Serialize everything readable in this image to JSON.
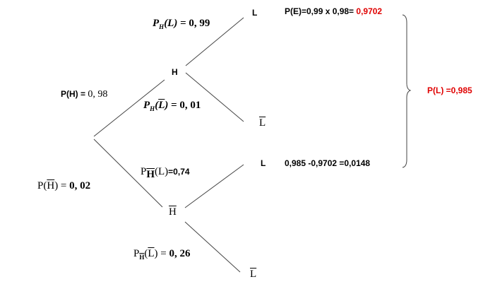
{
  "colors": {
    "accent": "#e00000",
    "line": "#444444"
  },
  "nodes": {
    "h": "H",
    "h_bar": "H",
    "l_top": "L",
    "lbar_top": "L",
    "l_bottom": "L",
    "lbar_bottom": "L"
  },
  "branches": {
    "p_h": {
      "label": "P(H) = ",
      "value": "0, 98"
    },
    "p_hbar": {
      "p": "P(",
      "h": "H",
      "close": ") = ",
      "value": "0, 02"
    },
    "ph_l": {
      "p": "P",
      "sub": "H",
      "arg": "(L)",
      "eq": " = 0, 99"
    },
    "ph_lbar": {
      "p": "P",
      "sub": "H",
      "open": "(",
      "l": "L",
      "close": ")",
      "eq": " = 0, 01"
    },
    "phbar_l": {
      "p": "P",
      "sub": "H",
      "arg": "(L)",
      "eq": "=0,74"
    },
    "phbar_lbar": {
      "p": "P",
      "sub": "H",
      "open": "(",
      "l": "L",
      "close": ") = ",
      "value": "0, 26"
    }
  },
  "results": {
    "pe": {
      "label": "P(E)=0,99 x 0,98= ",
      "value": "0,9702"
    },
    "difference": "0,985 -0,9702 =0,0148",
    "pl": "P(L) =0,985"
  }
}
